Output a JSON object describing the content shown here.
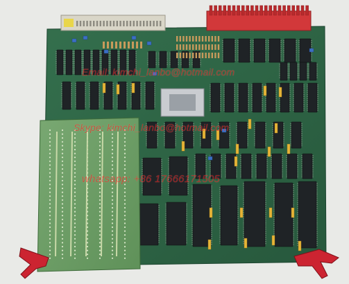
{
  "photo": {
    "subject": "circuit-board",
    "colors": {
      "background": "#e9eae7",
      "pcb": "#2f6b49",
      "pcb_dark": "#244f37",
      "daughter_board": "#6d9d66",
      "chip": "#1f2326",
      "capacitor": "#e6b437",
      "connector_red": "#d2383a",
      "ejector": "#cc2431",
      "watermark": "#ff1a1a"
    }
  },
  "watermarks": {
    "email": "Email: kimchi_lanbo@hotmail.com",
    "skype": "Skype: kimchi_lanbo@hotmail.com",
    "whatsapp": "whatsapp: +86 17666171505"
  }
}
